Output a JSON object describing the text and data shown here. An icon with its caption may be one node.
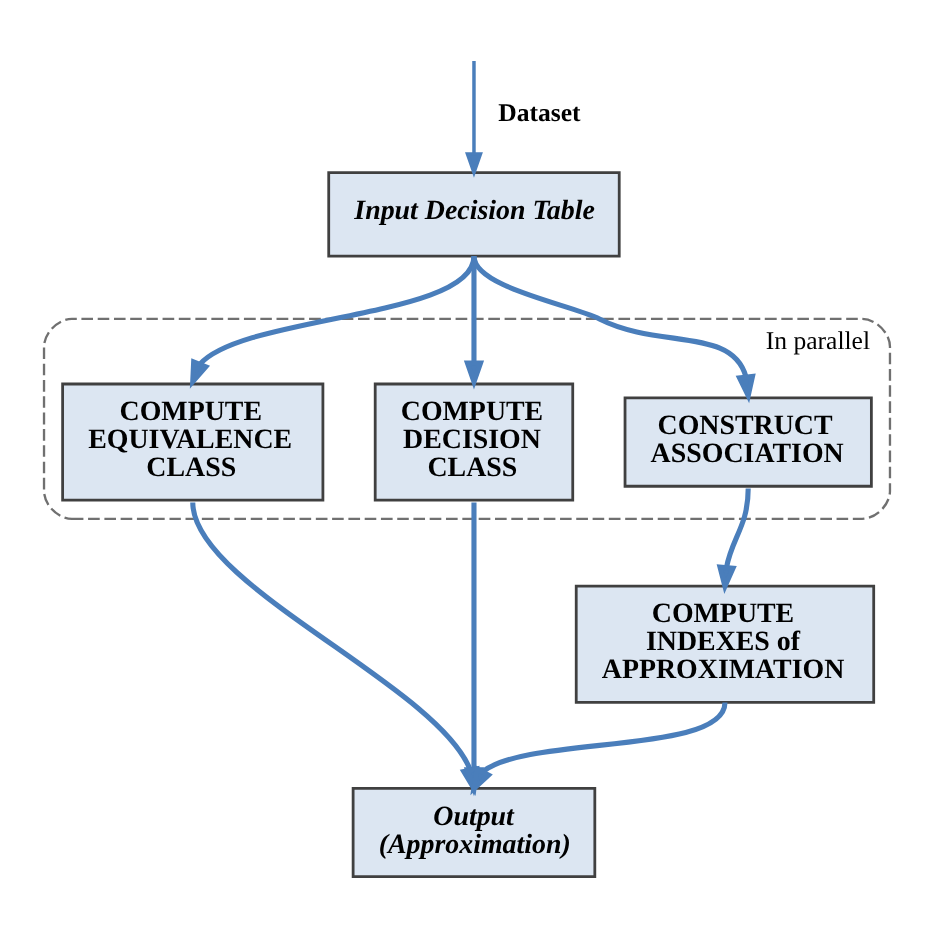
{
  "diagram": {
    "nodes": [
      {
        "text": [
          "Input Decision Table"
        ]
      },
      {
        "text": [
          "In parallel"
        ]
      },
      {
        "text": [
          "COMPUTE EQUIVALENCE CLASS"
        ],
        "in": 1
      },
      {
        "text": [
          "COMPUTE DECISION CLASS"
        ],
        "in": 1
      },
      {
        "text": [
          "CONSTRUCT ASSOCIATION"
        ],
        "in": 1
      },
      {
        "text": [
          "COMPUTE INDEXES of APPROXIMATION"
        ]
      },
      {
        "text": [
          "Output (Approximation)"
        ]
      }
    ],
    "edges": [
      {
        "from": null,
        "to": 0,
        "arrow": "to",
        "label": "Dataset"
      },
      {
        "from": 0,
        "to": 2,
        "arrow": "to"
      },
      {
        "from": 0,
        "to": 3,
        "arrow": "to"
      },
      {
        "from": 0,
        "to": 4,
        "arrow": "to"
      },
      {
        "from": 4,
        "to": 5,
        "arrow": "to"
      },
      {
        "from": 2,
        "to": 6,
        "arrow": "to"
      },
      {
        "from": 3,
        "to": 6,
        "arrow": "to"
      },
      {
        "from": 5,
        "to": 6,
        "arrow": "to"
      }
    ]
  }
}
